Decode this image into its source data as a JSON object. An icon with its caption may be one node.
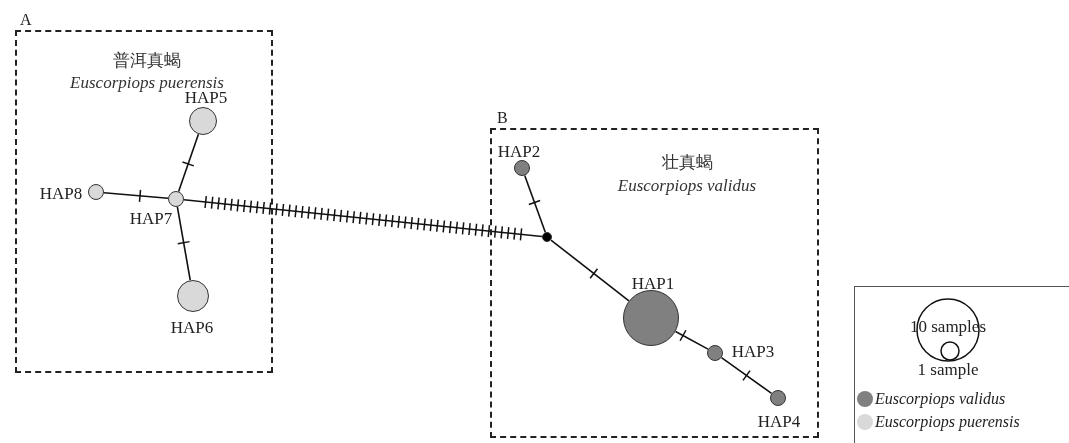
{
  "diagram": {
    "nodes": [
      {
        "text": [
          "A",
          "普洱真蝎",
          "Euscorpiops puerensis"
        ]
      },
      {
        "text": [
          "HAP5"
        ],
        "in": 0
      },
      {
        "text": [
          "HAP8"
        ],
        "in": 0
      },
      {
        "text": [
          "HAP7"
        ],
        "in": 0
      },
      {
        "text": [
          "HAP6"
        ],
        "in": 0
      },
      {
        "text": [
          "B",
          "壮真蝎",
          "Euscorpiops validus"
        ]
      },
      {
        "text": [
          "HAP2"
        ],
        "in": 5
      },
      {
        "text": [],
        "shape": "circle",
        "in": 5
      },
      {
        "text": [
          "HAP1"
        ],
        "in": 5
      },
      {
        "text": [
          "HAP3"
        ],
        "in": 5
      },
      {
        "text": [
          "HAP4"
        ],
        "in": 5
      }
    ],
    "edges": [
      {
        "from": 3,
        "to": 1,
        "arrow": "none"
      },
      {
        "from": 3,
        "to": 2,
        "arrow": "none"
      },
      {
        "from": 3,
        "to": 4,
        "arrow": "none"
      },
      {
        "from": 3,
        "to": 7,
        "arrow": "none"
      },
      {
        "from": 7,
        "to": 6,
        "arrow": "none"
      },
      {
        "from": 7,
        "to": 8,
        "arrow": "none"
      },
      {
        "from": 8,
        "to": 9,
        "arrow": "none"
      },
      {
        "from": 9,
        "to": 10,
        "arrow": "none"
      }
    ],
    "legend": [
      {
        "text": "10 samples"
      },
      {
        "text": "1 sample"
      },
      {
        "text": "Euscorpiops validus",
        "color": "#808080"
      },
      {
        "text": "Euscorpiops puerensis",
        "color": "#d9d9d9"
      }
    ]
  }
}
